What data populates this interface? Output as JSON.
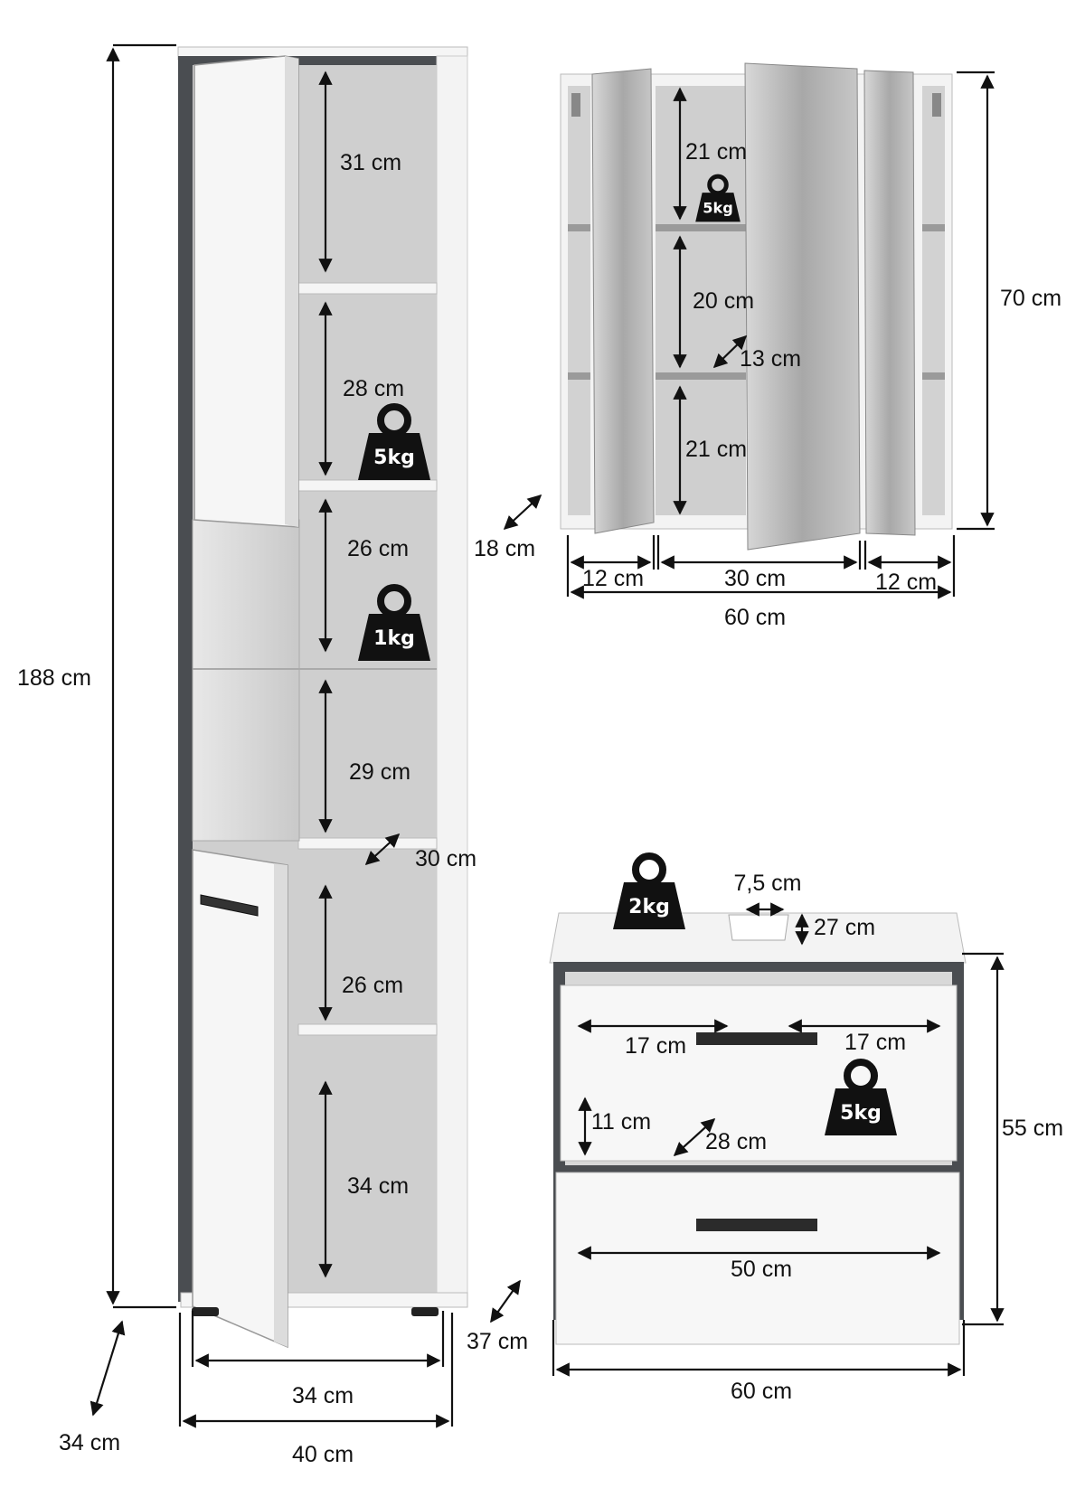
{
  "tall_cabinet": {
    "height": "188 cm",
    "depth": "34 cm",
    "width_outer": "40 cm",
    "width_inner": "34 cm",
    "shelf_depth": "30 cm",
    "compartments": [
      "31 cm",
      "28 cm",
      "26 cm",
      "29 cm",
      "26 cm",
      "34 cm"
    ],
    "weights": [
      "5kg",
      "1kg"
    ]
  },
  "mirror_cabinet": {
    "height": "70 cm",
    "depth": "18 cm",
    "width": "60 cm",
    "left_section": "12 cm",
    "center_section": "30 cm",
    "right_section": "12 cm",
    "shelf_depth": "13 cm",
    "compartments": [
      "21 cm",
      "20 cm",
      "21 cm"
    ],
    "weight": "5kg"
  },
  "vanity": {
    "width": "60 cm",
    "height": "55 cm",
    "depth": "37 cm",
    "drawer_width": "50 cm",
    "cutout_width": "7,5 cm",
    "cutout_depth": "27 cm",
    "inner_left": "17 cm",
    "inner_right": "17 cm",
    "inner_height": "11 cm",
    "inner_depth": "28 cm",
    "top_weight": "2kg",
    "drawer_weight": "5kg"
  },
  "colors": {
    "frame": "#4a4d51",
    "panel": "#f6f6f6",
    "interior": "#cfcfcf",
    "mirror": "#b9b9b9",
    "ink": "#111111"
  }
}
